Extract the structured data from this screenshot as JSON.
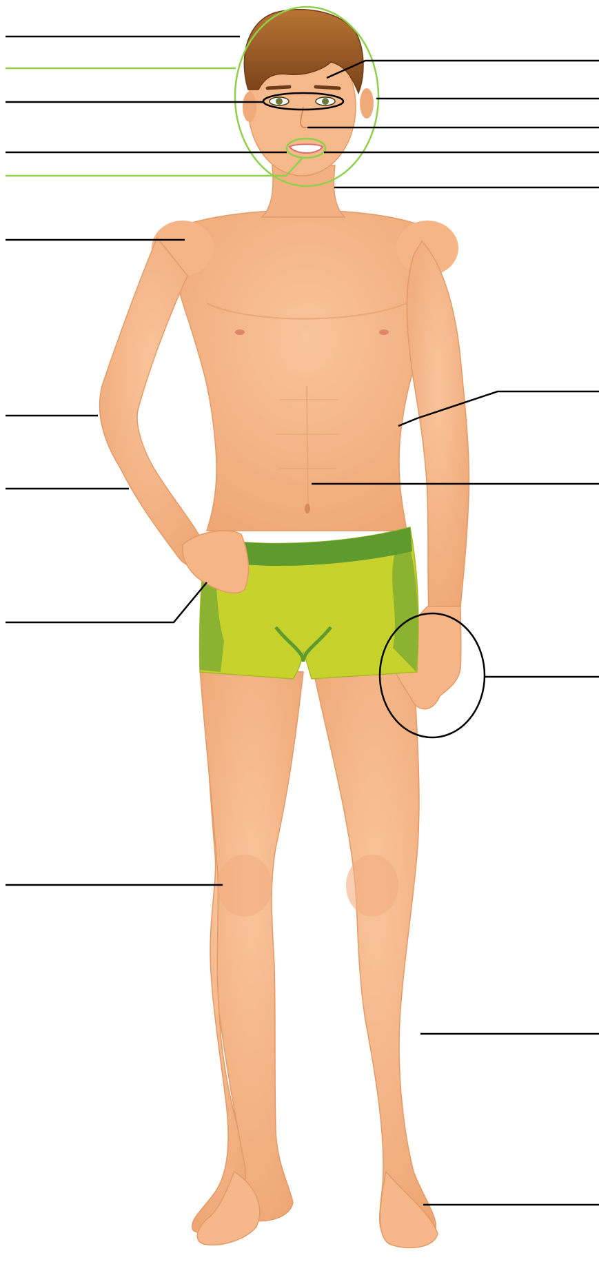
{
  "diagram": {
    "type": "labelled body-parts worksheet (labels left blank)",
    "colors": {
      "skin": "#f6b98c",
      "skin_shade": "#e79d6c",
      "hair": "#a0602c",
      "hair_dark": "#6e3a18",
      "shorts": "#c8d22c",
      "shorts_dark": "#8cb232",
      "waistband": "#5f9a2e",
      "highlight_line": "#8ed04a",
      "leader_line": "#000000",
      "eye": "#6b7a3a",
      "lips": "#ffffff"
    },
    "leaders": [
      {
        "id": "hair",
        "side": "left",
        "color": "black"
      },
      {
        "id": "head",
        "side": "left",
        "color": "green"
      },
      {
        "id": "eyes",
        "side": "left",
        "color": "black"
      },
      {
        "id": "mouth",
        "side": "left",
        "color": "black"
      },
      {
        "id": "chin",
        "side": "left",
        "color": "green"
      },
      {
        "id": "shoulder",
        "side": "left",
        "color": "black"
      },
      {
        "id": "elbow",
        "side": "left",
        "color": "black"
      },
      {
        "id": "arm",
        "side": "left",
        "color": "black"
      },
      {
        "id": "hand",
        "side": "left",
        "color": "black"
      },
      {
        "id": "knee",
        "side": "left",
        "color": "black"
      },
      {
        "id": "eyebrow",
        "side": "right",
        "color": "black"
      },
      {
        "id": "ear",
        "side": "right",
        "color": "black"
      },
      {
        "id": "nose",
        "side": "right",
        "color": "black"
      },
      {
        "id": "lips",
        "side": "right",
        "color": "black"
      },
      {
        "id": "neck",
        "side": "right",
        "color": "black"
      },
      {
        "id": "chest-side",
        "side": "right",
        "color": "black"
      },
      {
        "id": "stomach",
        "side": "right",
        "color": "black"
      },
      {
        "id": "fingers",
        "side": "right",
        "color": "black"
      },
      {
        "id": "leg",
        "side": "right",
        "color": "black"
      },
      {
        "id": "foot",
        "side": "right",
        "color": "black"
      }
    ]
  }
}
